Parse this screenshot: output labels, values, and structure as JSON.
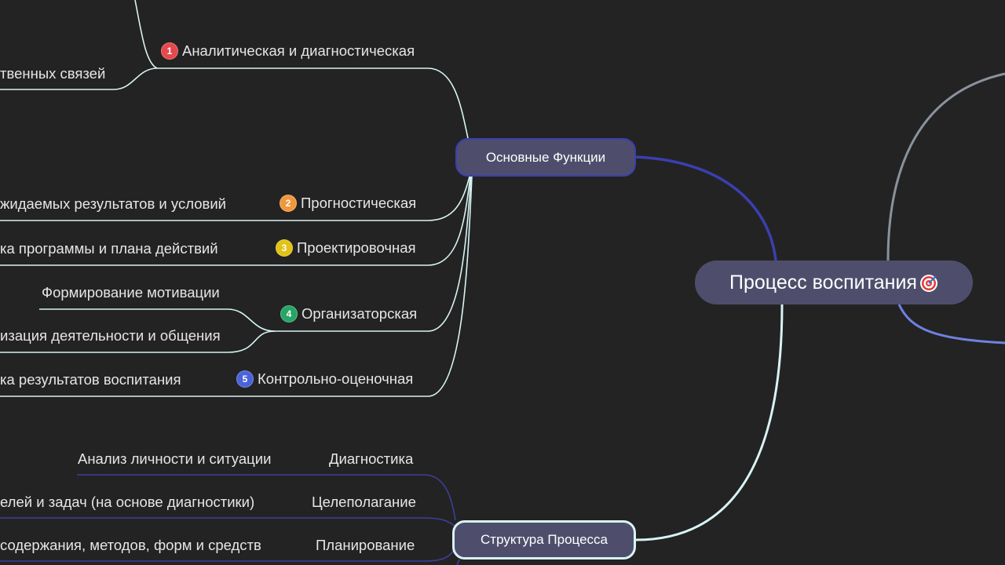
{
  "root": {
    "label": "Процесс воспитания",
    "icon": "target-emoji-icon"
  },
  "functions": {
    "label": "Основные Функции",
    "items": [
      {
        "number": "1",
        "label": "Аналитическая и диагностическая",
        "color": "#e5484d",
        "children": [
          "твенных связей"
        ]
      },
      {
        "number": "2",
        "label": "Прогностическая",
        "color": "#f0973c",
        "children": [
          "жидаемых результатов и условий"
        ]
      },
      {
        "number": "3",
        "label": "Проектировочная",
        "color": "#e2c216",
        "children": [
          "ка программы и плана действий"
        ]
      },
      {
        "number": "4",
        "label": "Организаторская",
        "color": "#27a567",
        "children": [
          "Формирование мотивации",
          "изация деятельности и общения"
        ]
      },
      {
        "number": "5",
        "label": "Контрольно-оценочная",
        "color": "#4a63d9",
        "children": [
          "ка результатов воспитания"
        ]
      }
    ]
  },
  "structure": {
    "label": "Структура Процесса",
    "items": [
      {
        "label": "Диагностика",
        "child": "Анализ личности и ситуации"
      },
      {
        "label": "Целеполагание",
        "child": "елей и задач (на основе диагностики)"
      },
      {
        "label": "Планирование",
        "child": "содержания, методов, форм и средств"
      }
    ]
  },
  "colors": {
    "background": "#232323",
    "node_fill": "#4e4e6c",
    "functions_branch": "#3b3fb0",
    "structure_branch": "#d8f3f3",
    "structure_sub_branch": "#3f3e9a",
    "right_branch_gray": "#8a929b",
    "right_branch_blue": "#6f82e0"
  }
}
